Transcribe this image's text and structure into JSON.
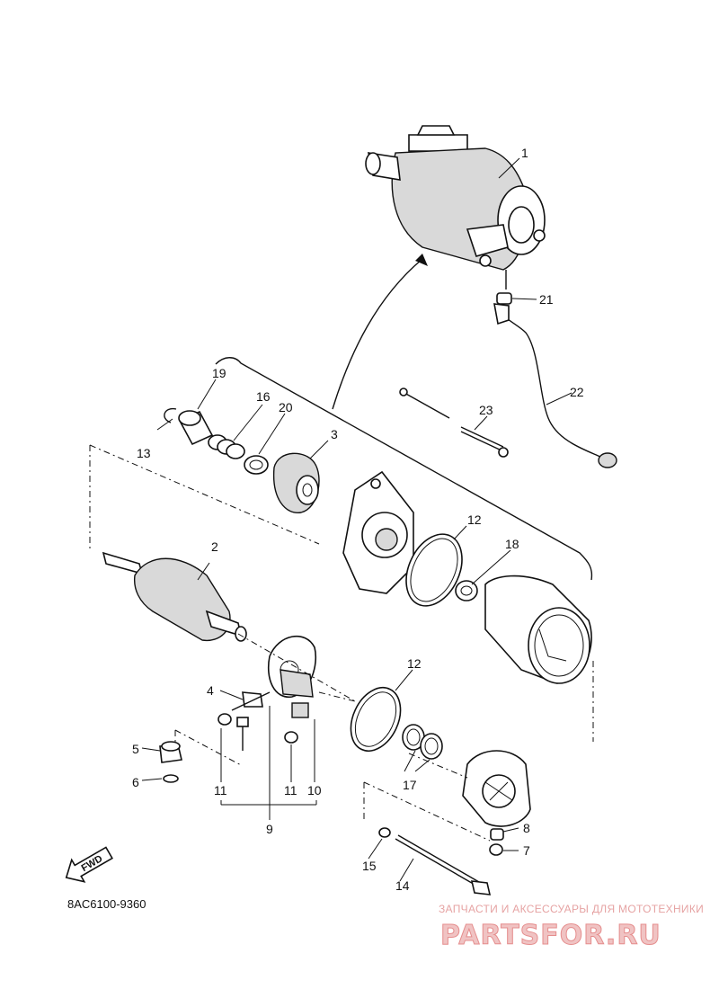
{
  "diagram_code": "8AC6100-9360",
  "direction_label": "FWD",
  "watermark": {
    "tagline": "ЗАПЧАСТИ И АКСЕССУАРЫ ДЛЯ МОТОТЕХНИКИ",
    "brand": "PARTSFOR.RU"
  },
  "callouts": {
    "c1": "1",
    "c2": "2",
    "c3": "3",
    "c4": "4",
    "c5": "5",
    "c6": "6",
    "c7": "7",
    "c8": "8",
    "c9": "9",
    "c10": "10",
    "c11a": "11",
    "c11b": "11",
    "c12a": "12",
    "c12b": "12",
    "c13": "13",
    "c14": "14",
    "c15": "15",
    "c16": "16",
    "c17": "17",
    "c18": "18",
    "c19": "19",
    "c20": "20",
    "c21": "21",
    "c22": "22",
    "c23": "23"
  }
}
